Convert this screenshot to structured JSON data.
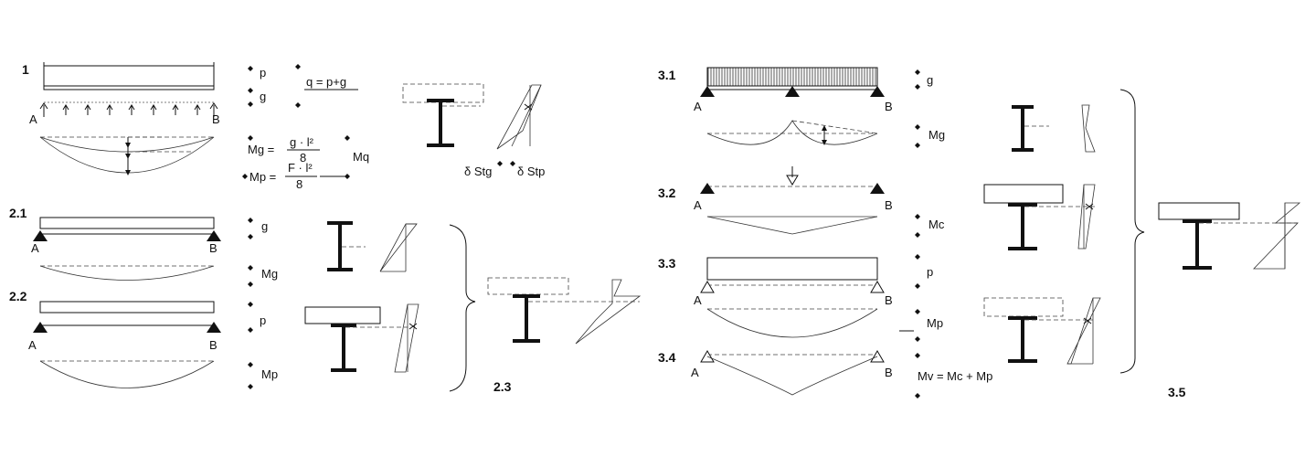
{
  "sections": {
    "s1": "1",
    "s21": "2.1",
    "s22": "2.2",
    "s23": "2.3",
    "s31": "3.1",
    "s32": "3.2",
    "s33": "3.3",
    "s34": "3.4",
    "s35": "3.5"
  },
  "supports": {
    "a": "A",
    "b": "B"
  },
  "loads": {
    "p": "p",
    "g": "g",
    "q_formula": "q = p+g"
  },
  "moments": {
    "mq": "Mq",
    "mg": "Mg",
    "mp": "Mp",
    "mc": "Mc",
    "mg_formula_lhs": "Mg =",
    "mg_formula_num": "g · l²",
    "mg_formula_den": "8",
    "mp_formula_lhs": "Mp =",
    "mp_formula_num": "F · l²",
    "mp_formula_den": "8",
    "mv_formula": "Mv = Mc + Mp"
  },
  "deflections": {
    "stg": "δ Stg",
    "stp": "δ Stp"
  }
}
